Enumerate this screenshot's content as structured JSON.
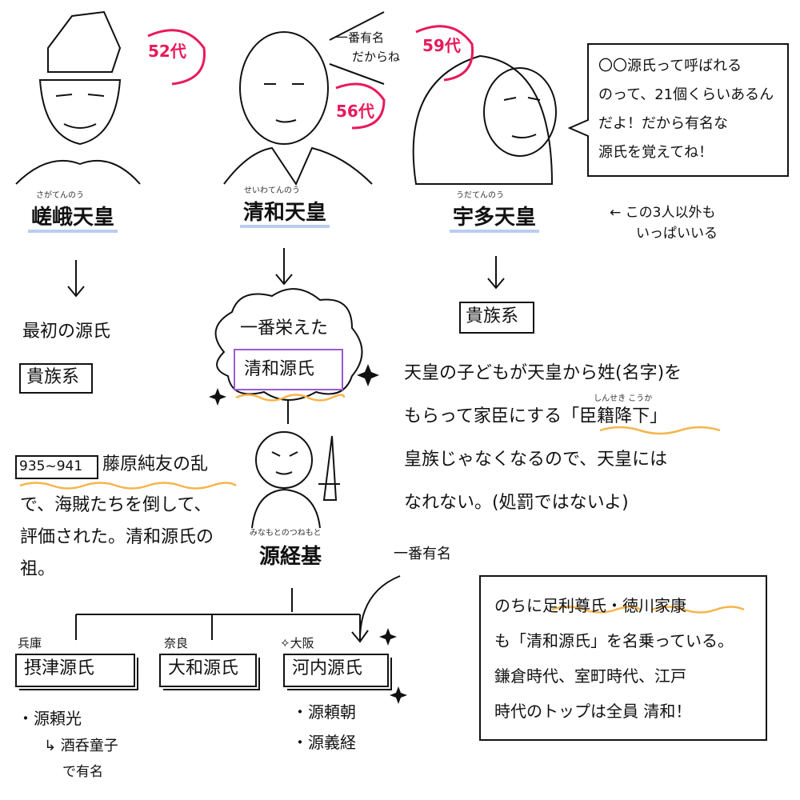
{
  "emperors": [
    {
      "name": "嵯峨天皇",
      "ruby": "さがてんのう",
      "generation": "52代"
    },
    {
      "name": "清和天皇",
      "ruby": "せいわてんのう",
      "generation": "56代"
    },
    {
      "name": "宇多天皇",
      "ruby": "うだてんのう",
      "generation": "59代"
    }
  ],
  "seiwa_note": [
    "一番有名",
    "だからね"
  ],
  "speech": [
    "〇〇源氏って呼ばれる",
    "のって、21個くらいあるん",
    "だよ！だから有名な",
    "源氏を覚えてね！"
  ],
  "others_note": [
    "← この3人以外も",
    "いっぱいいる"
  ],
  "saga_branch": {
    "line1": "最初の源氏",
    "box": "貴族系"
  },
  "seiwa_branch": {
    "cloud": "一番栄えた",
    "box": "清和源氏"
  },
  "uda_branch": {
    "box": "貴族系"
  },
  "explanation": {
    "lines": [
      "天皇の子どもが天皇から姓(名字)を",
      "もらって家臣にする",
      "皇族じゃなくなるので、天皇には",
      "なれない。(処罰ではないよ)"
    ],
    "term": "「臣籍降下」",
    "term_ruby": "しんせき こうか"
  },
  "rebellion": {
    "years": "935~941",
    "title": "藤原純友の乱",
    "lines": [
      "で、海賊たちを倒して、",
      "評価された。清和源氏の",
      "祖。"
    ]
  },
  "tsunemoto": {
    "name": "源経基",
    "ruby": "みなもとのつねもと"
  },
  "most_famous": "一番有名",
  "clans": [
    {
      "region": "兵庫",
      "name": "摂津源氏",
      "members": [
        "・源頼光"
      ],
      "note": [
        "↳ 酒呑童子",
        "で有名"
      ]
    },
    {
      "region": "奈良",
      "name": "大和源氏",
      "members": []
    },
    {
      "region": "✧大阪",
      "name": "河内源氏",
      "members": [
        "・源頼朝",
        "・源義経"
      ]
    }
  ],
  "later_note": [
    "のちに足利尊氏・徳川家康",
    "も「清和源氏」を名乗っている。",
    "鎌倉時代、室町時代、江戸",
    "時代のトップは全員 清和！"
  ],
  "colors": {
    "generation": "#e8195a",
    "underline_blue": "#b9cdf2",
    "wavy": "#f5b54a",
    "frame": "#9b59d6"
  }
}
